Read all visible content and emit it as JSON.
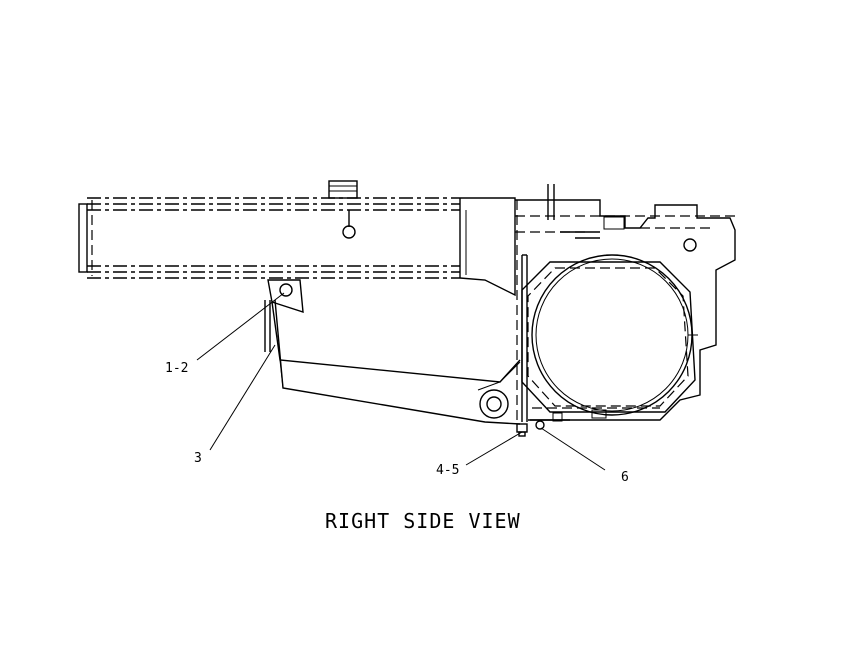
{
  "view_title": "RIGHT SIDE VIEW",
  "callouts": [
    {
      "id": "c12",
      "label": "1-2"
    },
    {
      "id": "c3",
      "label": "3"
    },
    {
      "id": "c45",
      "label": "4-5"
    },
    {
      "id": "c6",
      "label": "6"
    }
  ]
}
